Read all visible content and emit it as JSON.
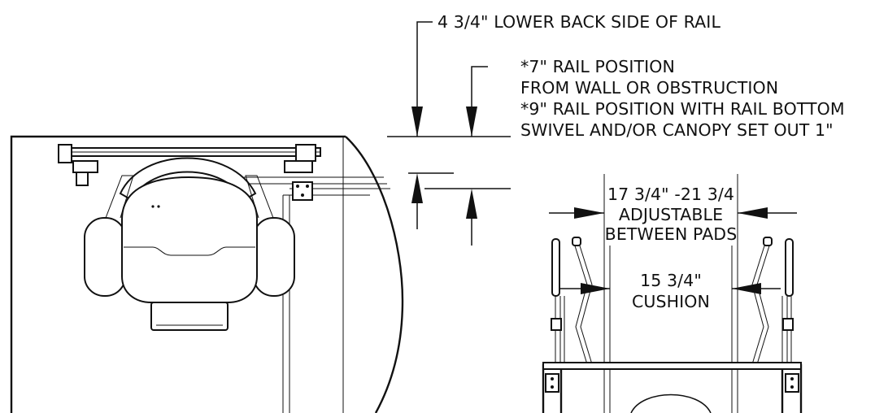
{
  "annotations": {
    "lower_back_rail": "4 3/4\" LOWER BACK SIDE OF RAIL",
    "rail_position_lines": [
      "*7\" RAIL POSITION",
      "FROM WALL OR OBSTRUCTION",
      "*9\" RAIL POSITION WITH RAIL BOTTOM",
      "SWIVEL AND/OR CANOPY SET OUT 1\""
    ],
    "pad_spacing_lines": [
      "17 3/4\" -21 3/4",
      "ADJUSTABLE",
      "BETWEEN PADS"
    ],
    "cushion_lines": [
      "15 3/4\"",
      "CUSHION"
    ]
  }
}
